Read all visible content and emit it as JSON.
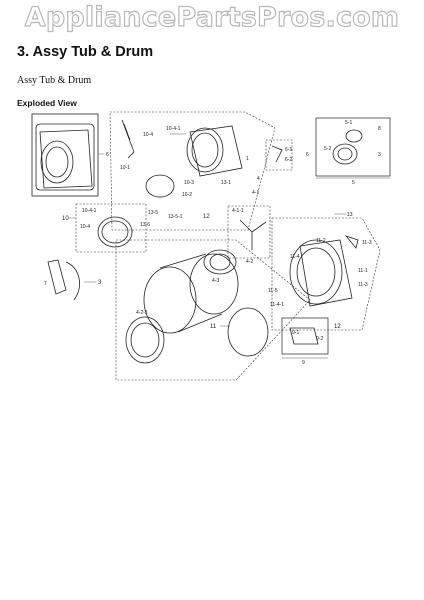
{
  "watermark": "AppliancePartsPros.com",
  "section_title": "3.  Assy Tub & Drum",
  "subtitle": "Assy Tub & Drum",
  "view_title": "Exploded View",
  "callouts": {
    "c6": "6",
    "c10_4_1": "10-4-1",
    "c10_4": "10-4",
    "c10_1": "10-1",
    "c1": "1",
    "c5_1": "5-1",
    "c5_2": "5-2",
    "c8": "8",
    "c3": "3",
    "c5": "5",
    "c6_1": "6-1",
    "c6_2": "6-2",
    "c6b": "6",
    "c10_3": "10-3",
    "c13_1": "13-1",
    "c10_2": "10-2",
    "c12": "12",
    "c10": "10",
    "c10_4_1b": "10-4-1",
    "c10_4b": "10-4",
    "c13_5_1": "13-5-1",
    "c13_5": "13-5",
    "c13_6": "13-6",
    "c4": "4",
    "c4_1": "4-1",
    "c4_1_1": "4-1-1",
    "c4_2": "4-2",
    "c4_3": "4-3",
    "c7": "7",
    "c3b": "3",
    "c13": "13",
    "c11_4": "11-4",
    "c11_2": "11-2",
    "c11_1": "11-1",
    "c11_3": "11-3",
    "c11_5": "11-5",
    "c11_4_1": "11-4-1",
    "c12b": "12",
    "c11": "11",
    "c9": "9",
    "c9_1": "9-1",
    "c9_2": "9-2",
    "c4_2_1": "4-2-1"
  }
}
